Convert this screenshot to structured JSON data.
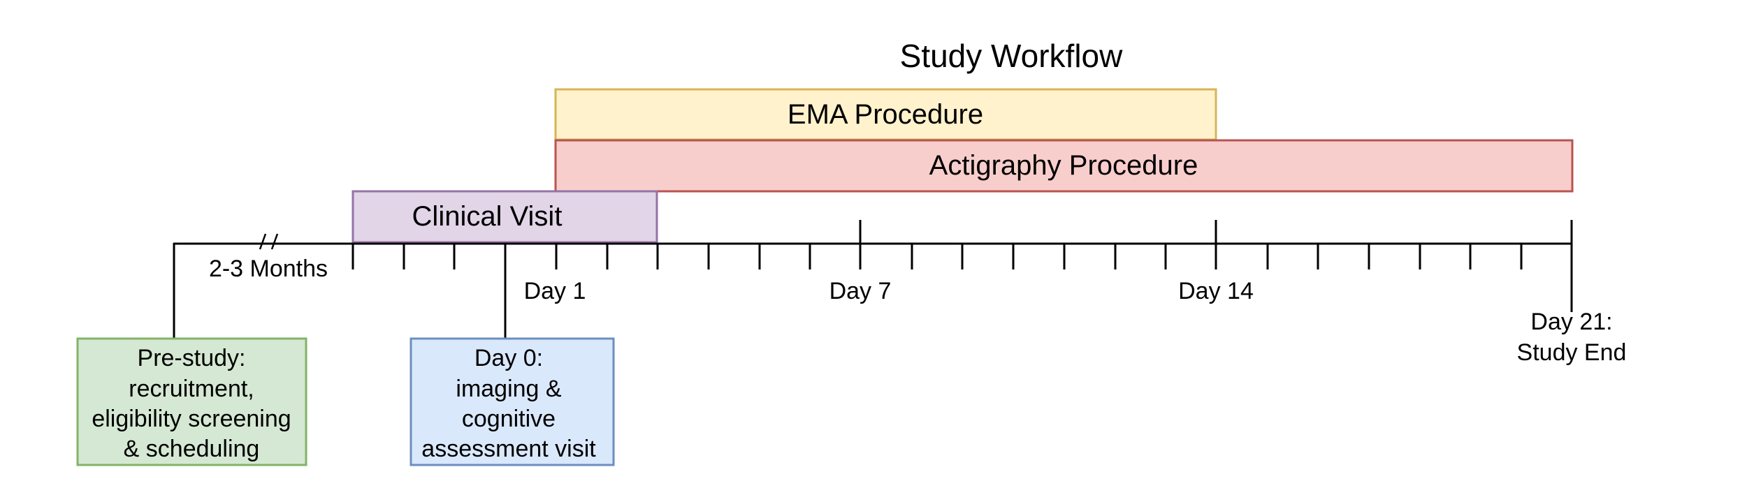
{
  "title": "Study Workflow",
  "procedures": {
    "ema": {
      "label": "EMA Procedure",
      "fill": "#fff2cc",
      "stroke": "#d6b656"
    },
    "actigraphy": {
      "label": "Actigraphy Procedure",
      "fill": "#f8cecc",
      "stroke": "#b85450"
    },
    "clinical_visit": {
      "label": "Clinical Visit",
      "fill": "#e1d5e7",
      "stroke": "#9673a6"
    }
  },
  "timeline": {
    "gap_label": "2-3 Months",
    "day_labels": [
      "Day 1",
      "Day 7",
      "Day 14"
    ],
    "end_label_line1": "Day 21:",
    "end_label_line2": "Study End"
  },
  "boxes": {
    "prestudy": {
      "lines": [
        "Pre-study:",
        "recruitment,",
        "eligibility screening",
        "& scheduling"
      ],
      "fill": "#d5e8d4",
      "stroke": "#82b366"
    },
    "day0": {
      "lines": [
        "Day 0:",
        "imaging &",
        "cognitive",
        "assessment visit"
      ],
      "fill": "#dae8fc",
      "stroke": "#6c8ebf"
    }
  }
}
